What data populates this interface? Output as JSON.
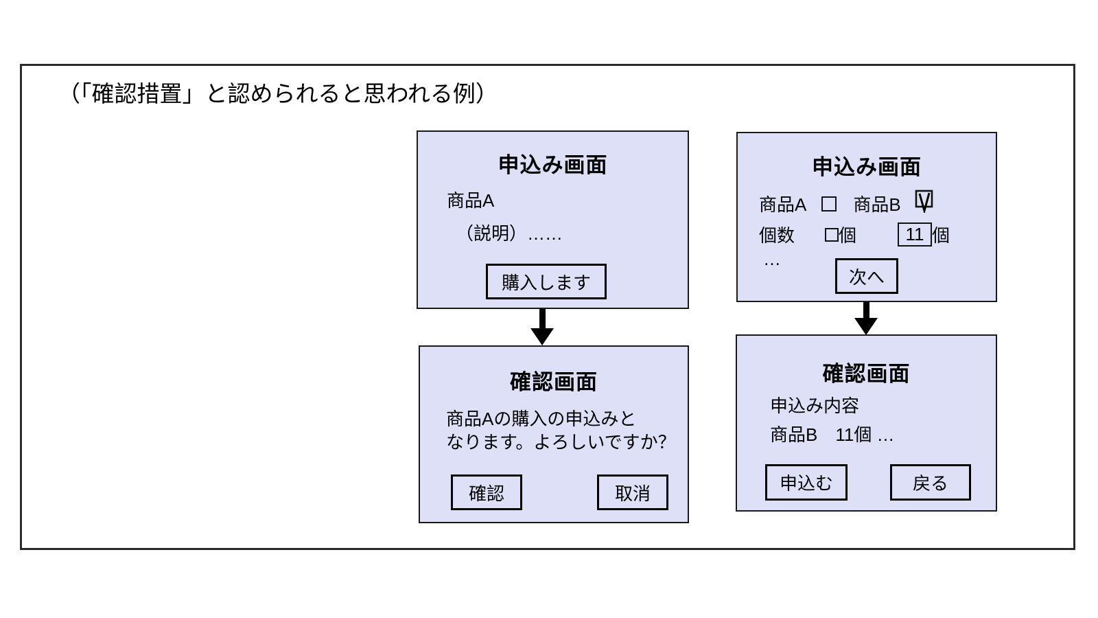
{
  "caption": "（「確認措置」と認められると思われる例）",
  "colors": {
    "screen_fill": "#dee0f8",
    "screen_border": "#1a1a1a",
    "frame_border": "#2b2b2b",
    "arrow": "#000000"
  },
  "left_flow": {
    "application_screen": {
      "title": "申込み画面",
      "product_label": "商品A",
      "description": "（説明）……",
      "purchase_button": "購入します"
    },
    "confirmation_screen": {
      "title": "確認画面",
      "message_line1": "商品Aの購入の申込みと",
      "message_line2": "なります。よろしいですか？",
      "confirm_button": "確認",
      "cancel_button": "取消"
    }
  },
  "right_flow": {
    "application_screen": {
      "title": "申込み画面",
      "product_a_label": "商品A",
      "product_b_label": "商品B",
      "quantity_label": "個数",
      "unit_suffix": "個",
      "quantity_value": "11",
      "more_ellipsis": "…",
      "next_button": "次へ"
    },
    "confirmation_screen": {
      "title": "確認画面",
      "content_heading": "申込み内容",
      "content_detail": "商品B　11個 …",
      "apply_button": "申込む",
      "back_button": "戻る"
    }
  }
}
